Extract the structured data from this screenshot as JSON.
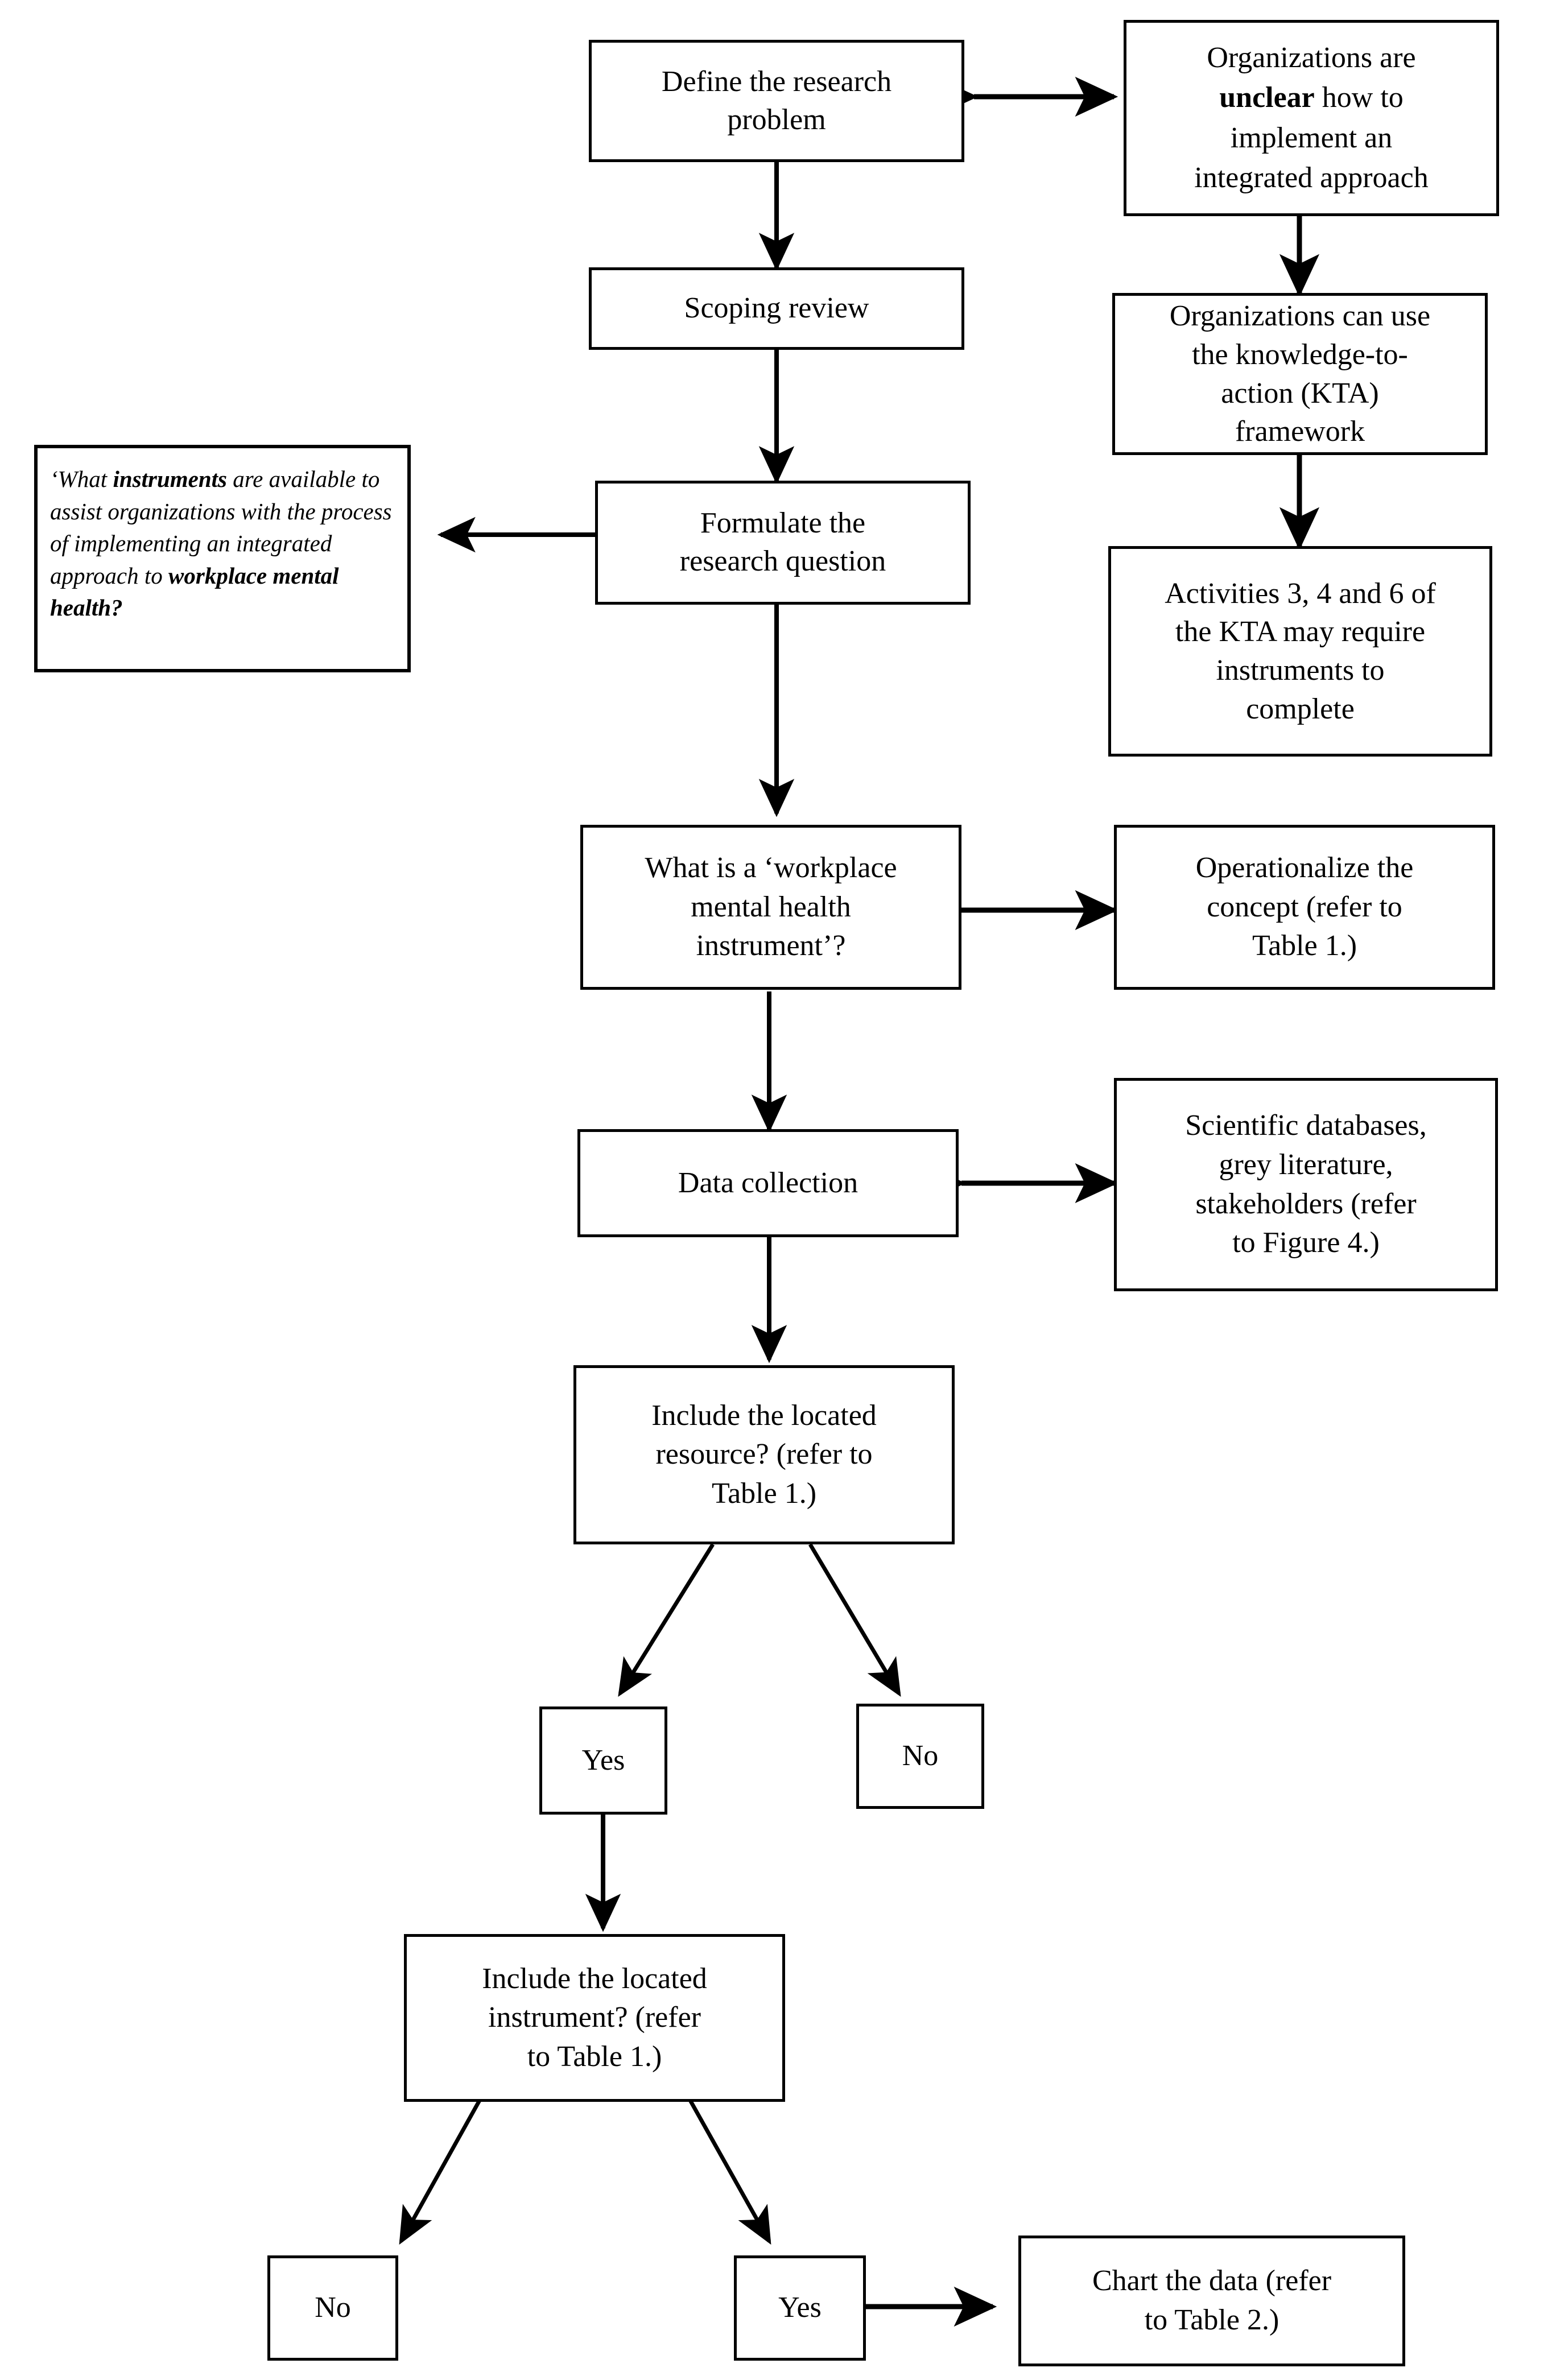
{
  "diagram": {
    "type": "flowchart",
    "title": "Scoping review process flowchart",
    "nodes": {
      "define_problem": "Define the research\nproblem",
      "orgs_unclear_pre": "Organizations are\n",
      "orgs_unclear_bold": "unclear",
      "orgs_unclear_post": " how to\nimplement an\nintegrated approach",
      "scoping_review": "Scoping review",
      "orgs_kta": "Organizations can use\nthe knowledge-to-\naction (KTA)\nframework",
      "formulate_question": "Formulate the\nresearch question",
      "kta_activities": "Activities 3, 4 and 6 of\nthe KTA may require\ninstruments to\ncomplete",
      "research_question_q1": "‘What ",
      "research_question_b1": "instruments",
      "research_question_q2": " are available to assist organizations with the process of implementing an integrated approach to ",
      "research_question_b2": "workplace mental health?",
      "what_is_instrument": "What is a ‘workplace\nmental health\ninstrument’?",
      "operationalize": "Operationalize the\nconcept (refer to\nTable 1.)",
      "data_collection": "Data collection",
      "sources": "Scientific databases,\ngrey literature,\nstakeholders (refer\nto Figure 4.)",
      "include_resource": "Include the located\nresource? (refer to\nTable 1.)",
      "resource_yes": "Yes",
      "resource_no": "No",
      "include_instrument": "Include the located\ninstrument? (refer\nto Table 1.)",
      "instrument_no": "No",
      "instrument_yes": "Yes",
      "chart_data": "Chart the data (refer\nto Table 2.)"
    },
    "edges": [
      {
        "from": "define_problem",
        "to": "orgs_unclear",
        "style": "double-arrow-horizontal"
      },
      {
        "from": "define_problem",
        "to": "scoping_review",
        "style": "arrow-down"
      },
      {
        "from": "orgs_unclear",
        "to": "orgs_kta",
        "style": "double-arrow-vertical"
      },
      {
        "from": "scoping_review",
        "to": "formulate_question",
        "style": "arrow-down"
      },
      {
        "from": "orgs_kta",
        "to": "kta_activities",
        "style": "double-arrow-vertical"
      },
      {
        "from": "formulate_question",
        "to": "research_question",
        "style": "arrow-left"
      },
      {
        "from": "formulate_question",
        "to": "what_is_instrument",
        "style": "arrow-down"
      },
      {
        "from": "what_is_instrument",
        "to": "operationalize",
        "style": "double-arrow-horizontal"
      },
      {
        "from": "what_is_instrument",
        "to": "data_collection",
        "style": "arrow-down"
      },
      {
        "from": "data_collection",
        "to": "sources",
        "style": "double-arrow-horizontal"
      },
      {
        "from": "data_collection",
        "to": "include_resource",
        "style": "arrow-down"
      },
      {
        "from": "include_resource",
        "to": "resource_yes",
        "style": "arrow-diagonal-left"
      },
      {
        "from": "include_resource",
        "to": "resource_no",
        "style": "arrow-diagonal-right"
      },
      {
        "from": "resource_yes",
        "to": "include_instrument",
        "style": "arrow-down"
      },
      {
        "from": "include_instrument",
        "to": "instrument_no",
        "style": "arrow-diagonal-left"
      },
      {
        "from": "include_instrument",
        "to": "instrument_yes",
        "style": "arrow-diagonal-right"
      },
      {
        "from": "instrument_yes",
        "to": "chart_data",
        "style": "arrow-right"
      }
    ],
    "colors": {
      "stroke": "#000000",
      "fill": "#ffffff",
      "text": "#000000"
    }
  }
}
